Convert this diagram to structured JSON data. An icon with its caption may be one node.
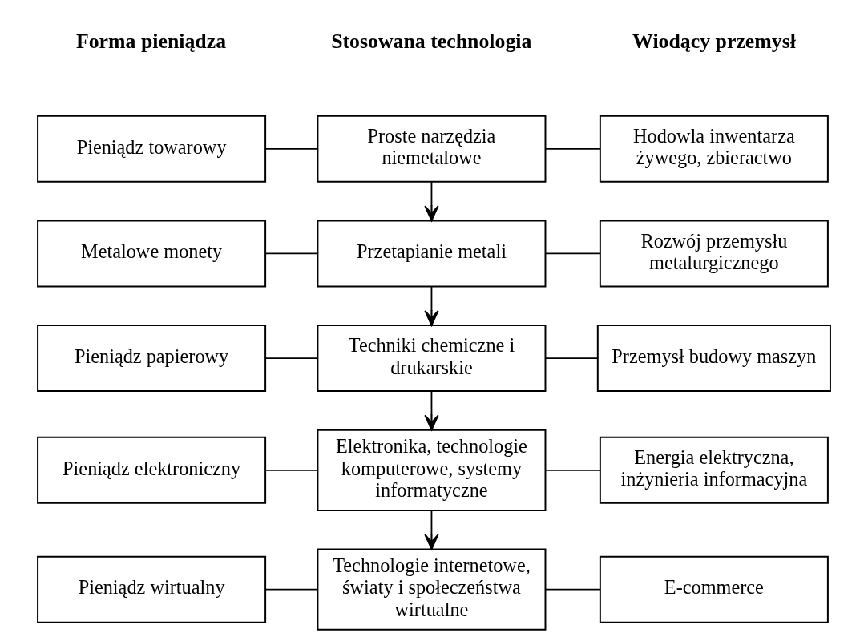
{
  "diagram": {
    "nodes": [
      {
        "text": [
          "Pieniądz towarowy"
        ]
      },
      {
        "text": [
          "Proste narzędzia niemetalowe"
        ]
      },
      {
        "text": [
          "Hodowla inwentarza żywego, zbieractwo"
        ]
      },
      {
        "text": [
          "Metalowe monety"
        ]
      },
      {
        "text": [
          "Przetapianie metali"
        ]
      },
      {
        "text": [
          "Rozwój przemysłu metalurgicznego"
        ]
      },
      {
        "text": [
          "Pieniądz papierowy"
        ]
      },
      {
        "text": [
          "Techniki chemiczne i drukarskie"
        ]
      },
      {
        "text": [
          "Przemysł budowy maszyn"
        ]
      },
      {
        "text": [
          "Pieniądz elektroniczny"
        ]
      },
      {
        "text": [
          "Elektronika, technologie komputerowe, systemy informatyczne"
        ]
      },
      {
        "text": [
          "Energia elektryczna, inżynieria informacyjna"
        ]
      },
      {
        "text": [
          "Pieniądz wirtualny"
        ]
      },
      {
        "text": [
          "Technologie internetowe, światy i społeczeństwa wirtualne"
        ]
      },
      {
        "text": [
          "E-commerce"
        ]
      }
    ],
    "edges": [
      {
        "from": 0,
        "to": 1,
        "arrow": "none"
      },
      {
        "from": 1,
        "to": 2,
        "arrow": "none"
      },
      {
        "from": 1,
        "to": 4,
        "arrow": "to"
      },
      {
        "from": 3,
        "to": 4,
        "arrow": "none"
      },
      {
        "from": 4,
        "to": 5,
        "arrow": "none"
      },
      {
        "from": 4,
        "to": 7,
        "arrow": "to"
      },
      {
        "from": 6,
        "to": 7,
        "arrow": "none"
      },
      {
        "from": 7,
        "to": 8,
        "arrow": "none"
      },
      {
        "from": 7,
        "to": 10,
        "arrow": "to"
      },
      {
        "from": 9,
        "to": 10,
        "arrow": "none"
      },
      {
        "from": 10,
        "to": 11,
        "arrow": "none"
      },
      {
        "from": 10,
        "to": 13,
        "arrow": "to"
      },
      {
        "from": 12,
        "to": 13,
        "arrow": "none"
      },
      {
        "from": 13,
        "to": 14,
        "arrow": "none"
      }
    ],
    "labels": [
      "Forma pieniądza",
      "Stosowana technologia",
      "Wiodący przemysł"
    ]
  }
}
